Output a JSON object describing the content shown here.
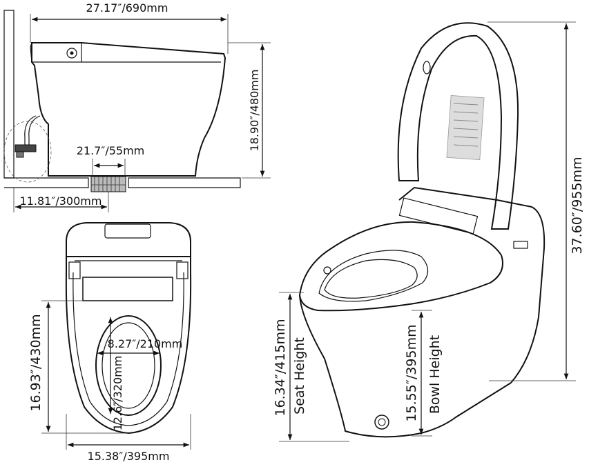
{
  "side_view": {
    "width_label": "27.17″/690mm",
    "height_label": "18.90″/480mm",
    "drain_label": "21.7″/55mm",
    "wall_label": "11.81″/300mm"
  },
  "top_view": {
    "depth_label": "16.93″/430mm",
    "width_label": "15.38″/395mm",
    "bowl_width_label": "8.27″/210mm",
    "bowl_length_label": "12.6″/320mm"
  },
  "perspective_view": {
    "total_height_label": "37.60″/955mm",
    "seat_height_value": "16.34″/415mm",
    "seat_height_caption": "Seat Height",
    "bowl_height_value": "15.55″/395mm",
    "bowl_height_caption": "Bowl Height"
  },
  "colors": {
    "line": "#111111",
    "background": "#ffffff"
  },
  "icons": [
    "power-button-icon",
    "drain-connector-icon",
    "water-valve-icon"
  ]
}
